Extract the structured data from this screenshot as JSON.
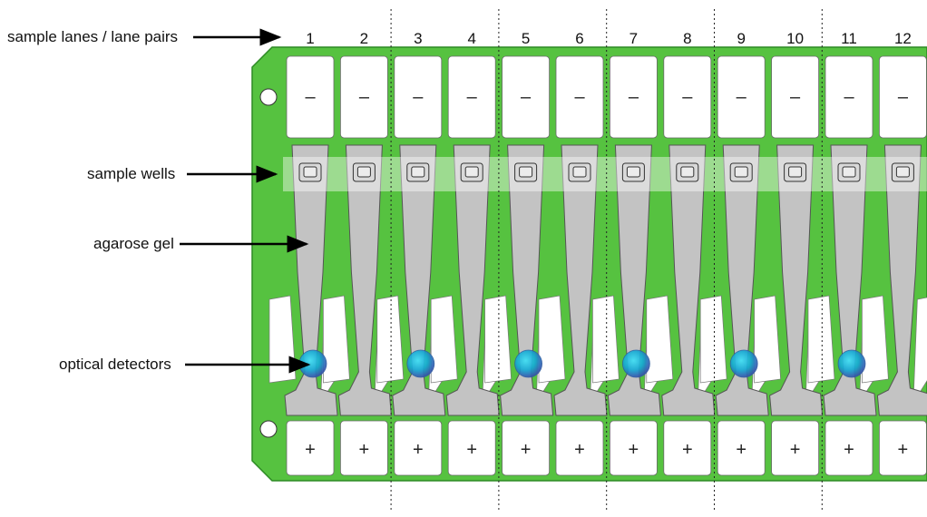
{
  "labels": {
    "lanes": "sample lanes / lane pairs",
    "wells": "sample wells",
    "gel": "agarose gel",
    "detectors": "optical detectors"
  },
  "lanes": [
    "1",
    "2",
    "3",
    "4",
    "5",
    "6",
    "7",
    "8",
    "9",
    "10",
    "11",
    "12"
  ],
  "neg_sign": "–",
  "pos_sign": "+",
  "detector_lanes": [
    1,
    3,
    5,
    7,
    9,
    11
  ],
  "colors": {
    "board": "#56c240",
    "board_edge": "#2d8a24",
    "gel": "#c3c3c3",
    "gel_edge": "#555555",
    "pad": "#ffffff",
    "detector": "#1bb3d6"
  }
}
